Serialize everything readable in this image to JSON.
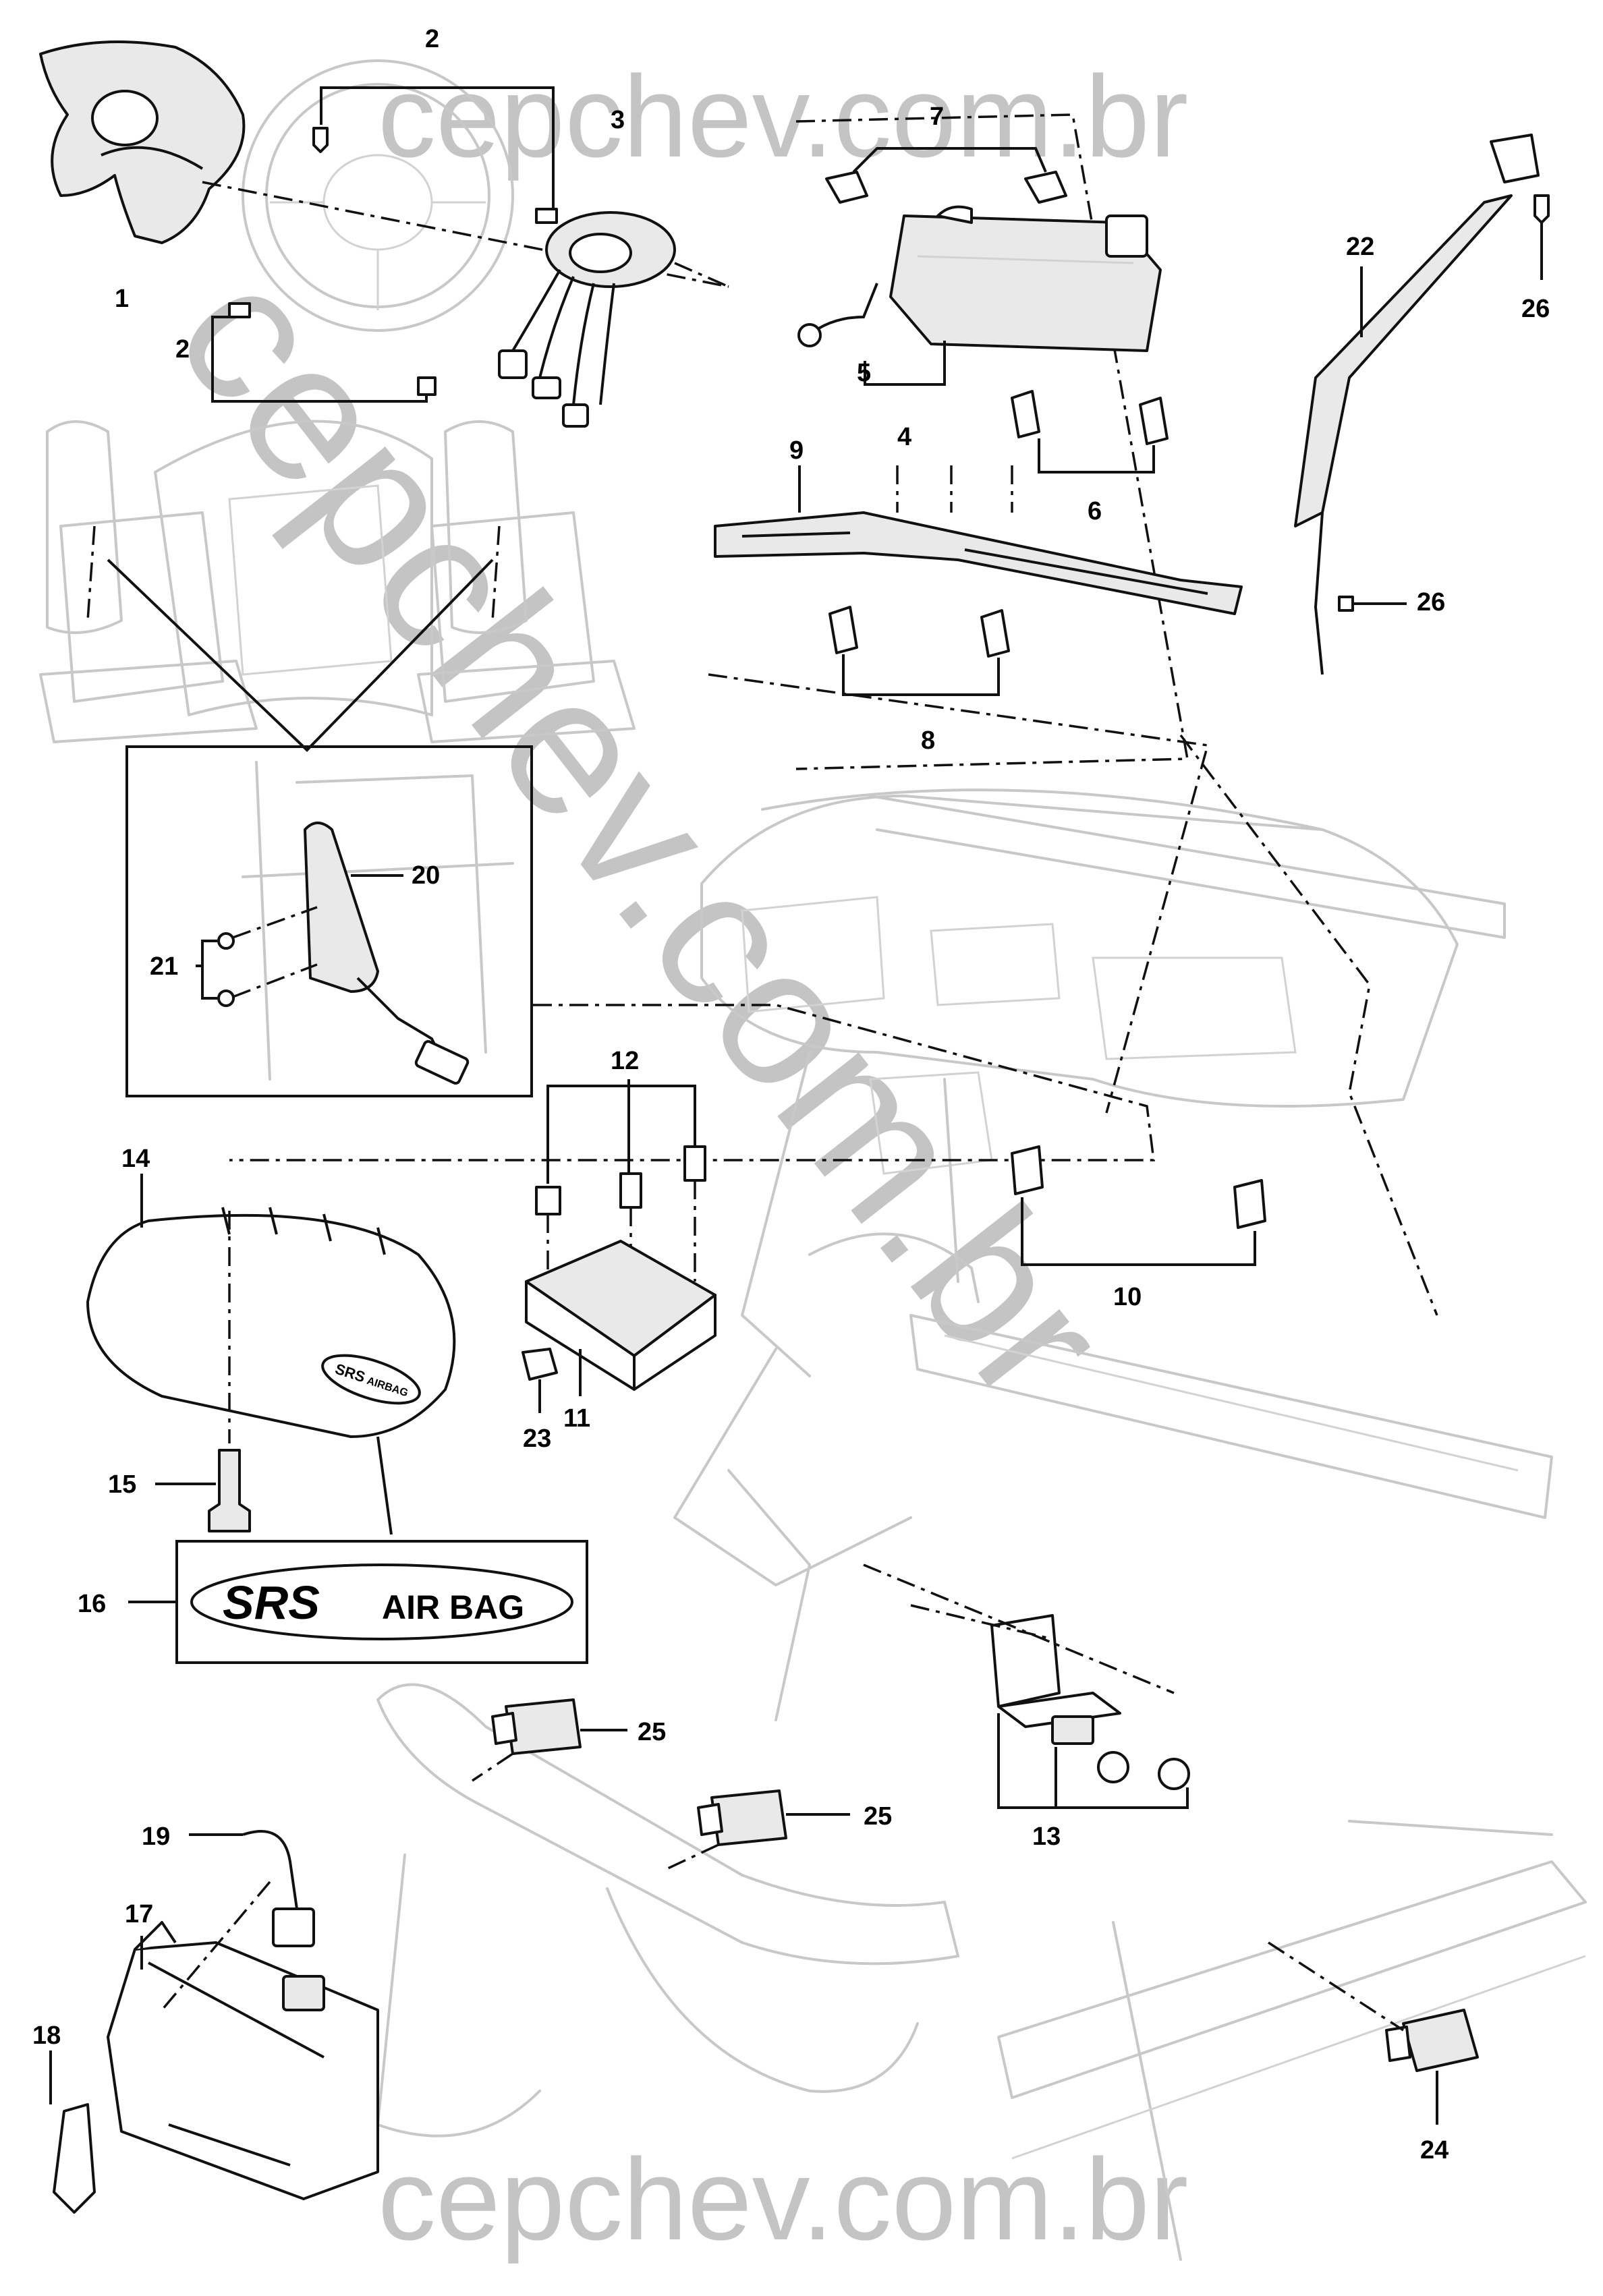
{
  "watermark": {
    "top": "cepchev.com.br",
    "bottom": "cepchev.com.br",
    "diagonal": "cepchev.com.br"
  },
  "callouts": {
    "c1": "1",
    "c2a": "2",
    "c2b": "2",
    "c3": "3",
    "c4": "4",
    "c5": "5",
    "c6": "6",
    "c7": "7",
    "c8": "8",
    "c9": "9",
    "c10": "10",
    "c11": "11",
    "c12": "12",
    "c13": "13",
    "c14": "14",
    "c15": "15",
    "c16": "16",
    "c17": "17",
    "c18": "18",
    "c19": "19",
    "c20": "20",
    "c21": "21",
    "c22": "22",
    "c23": "23",
    "c24": "24",
    "c25a": "25",
    "c25b": "25",
    "c26a": "26",
    "c26b": "26"
  },
  "labels": {
    "srs_badge_large": "SRS",
    "air_bag_large": "AIR BAG",
    "srs_small": "SRS",
    "airbag_small": "AIRBAG"
  }
}
